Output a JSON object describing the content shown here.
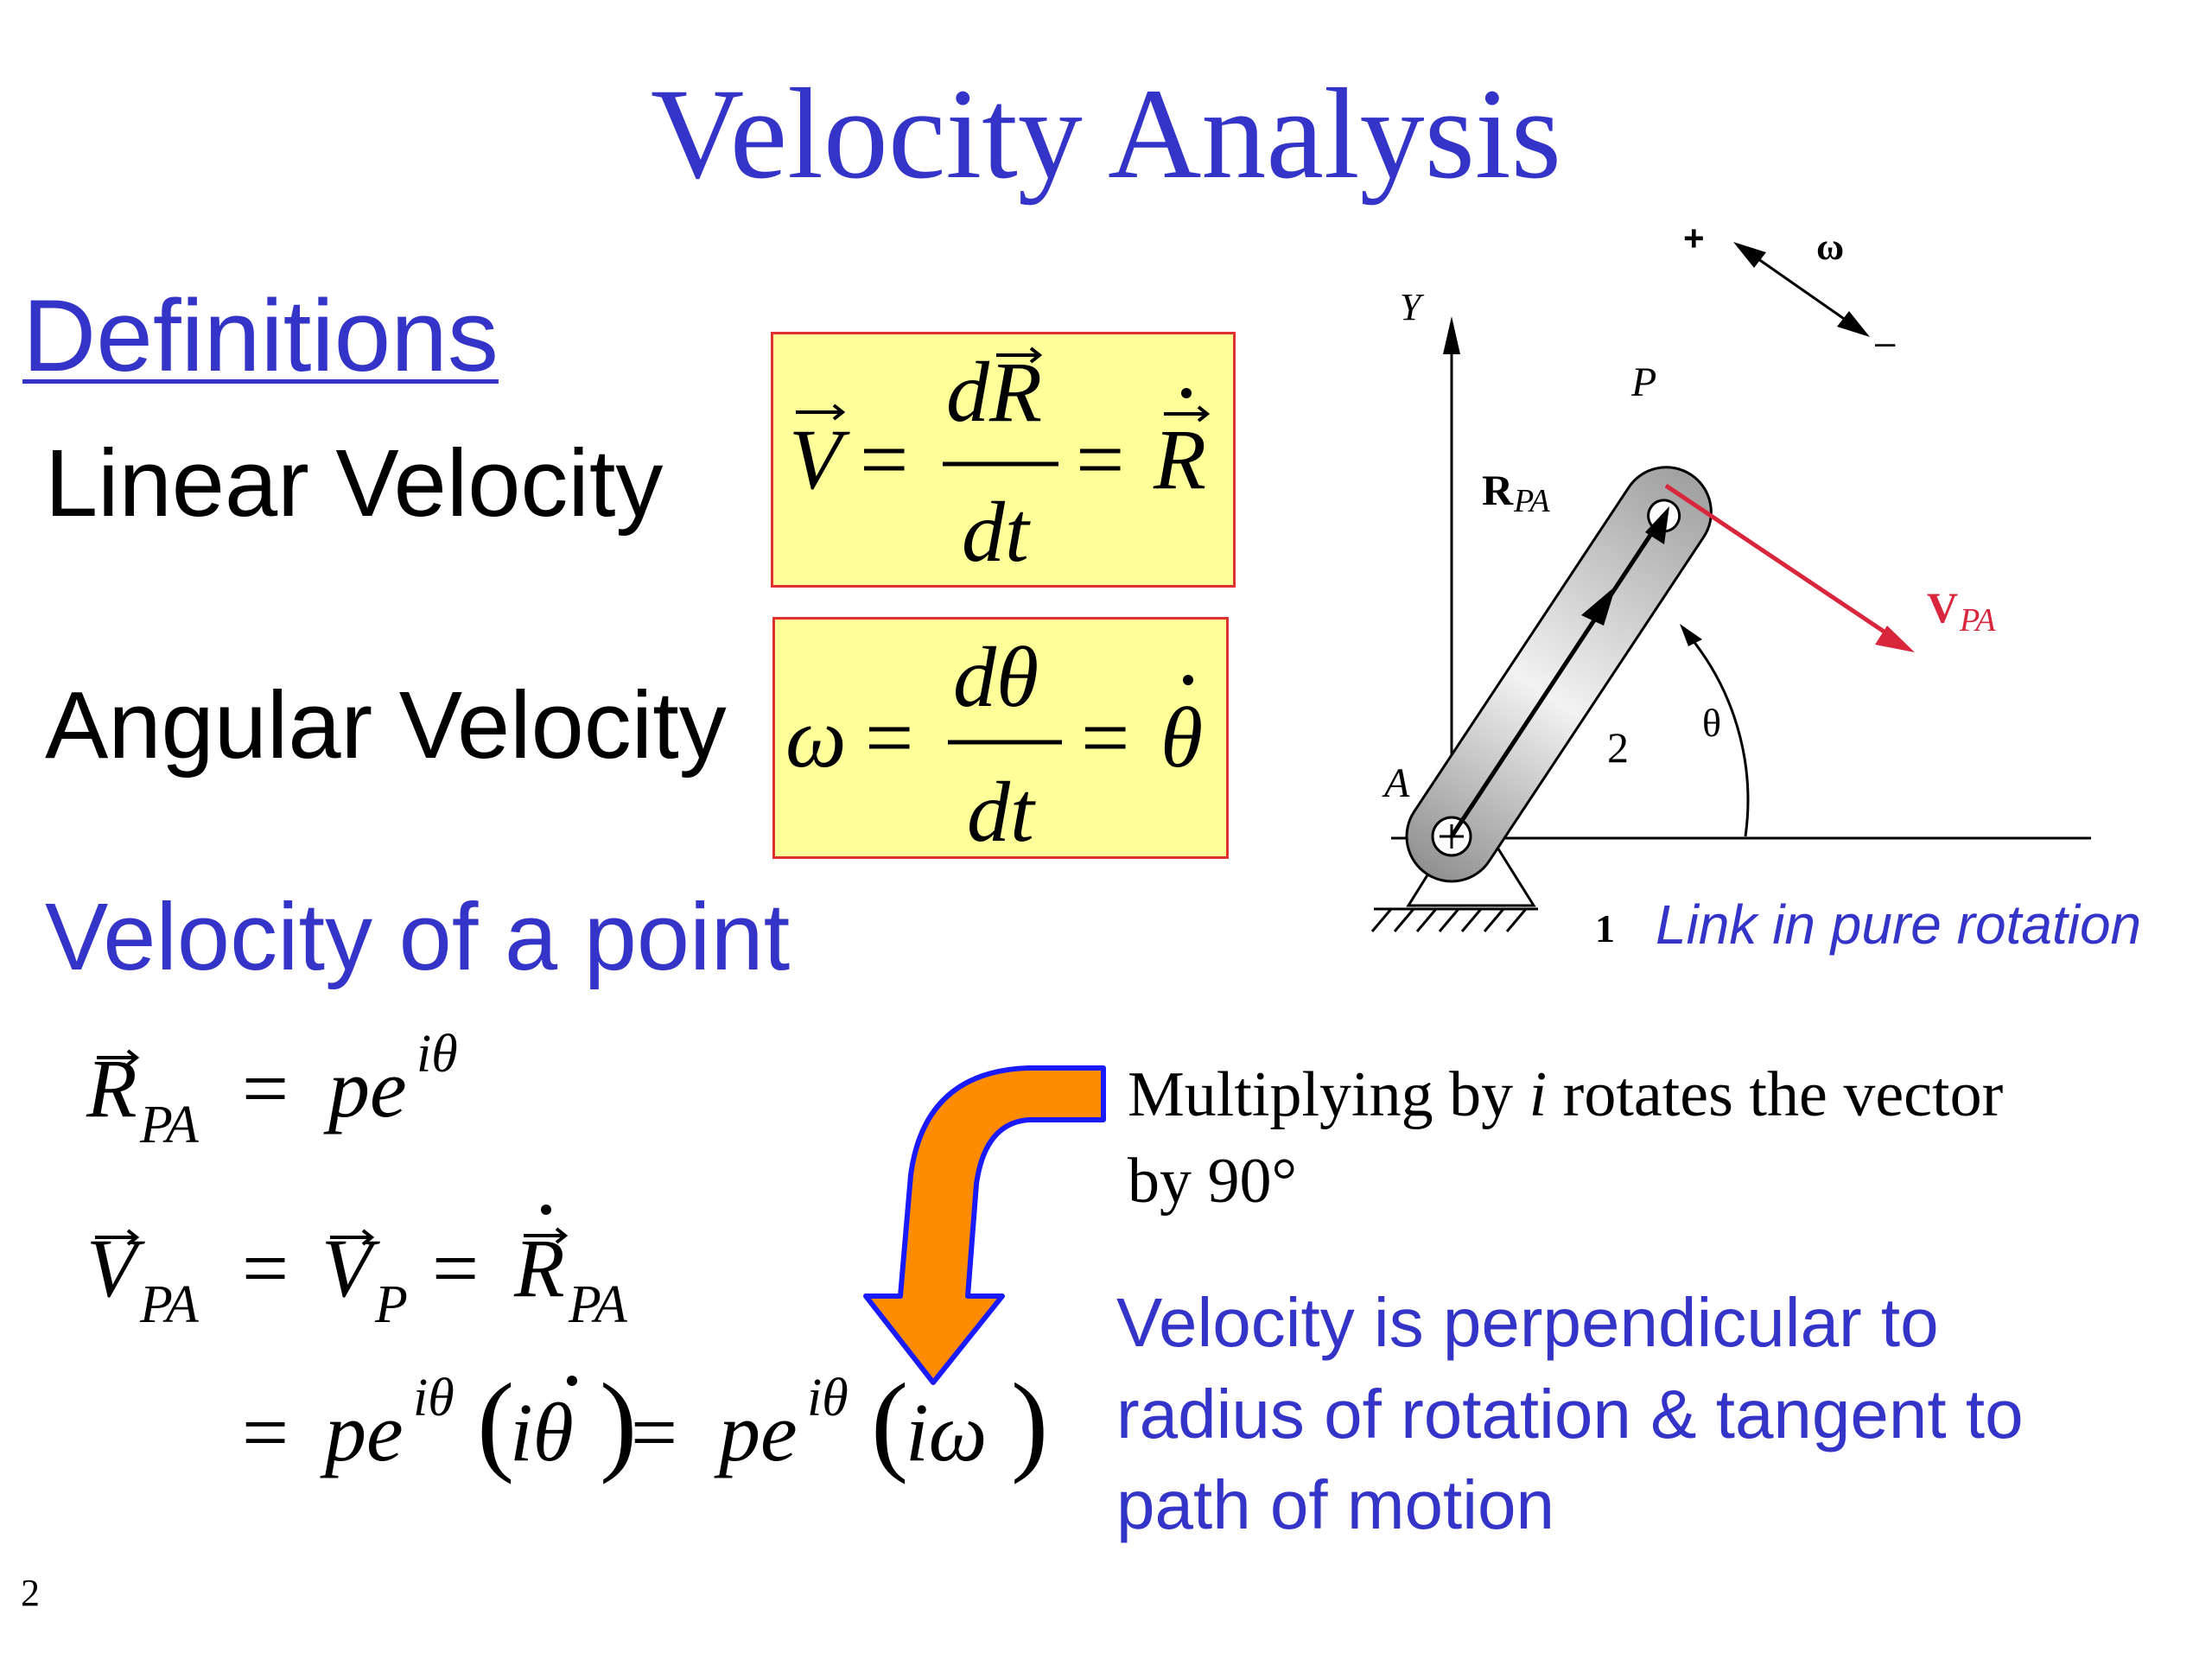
{
  "slide": {
    "title": "Velocity Analysis",
    "definitions_heading": "Definitions",
    "linear_velocity_label": "Linear Velocity",
    "angular_velocity_label": "Angular Velocity",
    "velocity_of_point_heading": "Velocity of a point",
    "rotation_note_line1": "Multiplying by i rotates the vector",
    "rotation_note_line2": "by 90°",
    "perpendicular_note": [
      "Velocity is perpendicular to",
      "radius of rotation & tangent to",
      "path of motion"
    ],
    "page_number": "2"
  },
  "equations": {
    "linear": "V = dR/dt = R",
    "angular": "ω = dθ/dt = θ",
    "rpa": "R_PA = pe^(iθ)",
    "vpa": "V_PA = V_P = R_PA",
    "vpa_expanded": "= pe^(iθ)(iθ) = pe^(iθ)(iω)"
  },
  "diagram": {
    "y_axis_label": "Y",
    "point_p_label": "P",
    "point_a_label": "A",
    "rpa_label_bold": "R",
    "rpa_label_sub": "PA",
    "vpa_label_bold": "V",
    "vpa_label_sub": "PA",
    "omega_label": "ω",
    "plus_label": "+",
    "minus_label": "–",
    "theta_label": "θ",
    "link_number": "2",
    "ground_number": "1",
    "caption": "Link in pure rotation"
  },
  "colors": {
    "title_blue": "#3434c8",
    "equation_box_fill": "#ffff99",
    "equation_box_border": "#e03030",
    "velocity_vector": "#d8263c",
    "curved_arrow_fill": "#ff8c00",
    "curved_arrow_outline": "#1a1aff"
  }
}
